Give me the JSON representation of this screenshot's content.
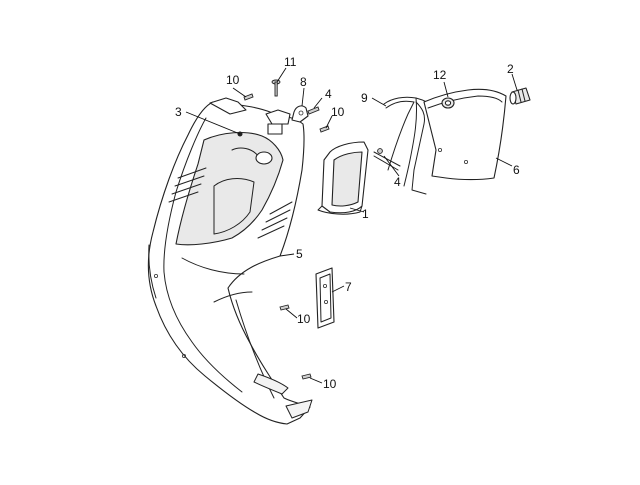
{
  "callouts": [
    {
      "id": "c1",
      "label": "1"
    },
    {
      "id": "c2",
      "label": "2"
    },
    {
      "id": "c3",
      "label": "3"
    },
    {
      "id": "c4a",
      "label": "4"
    },
    {
      "id": "c4b",
      "label": "4"
    },
    {
      "id": "c5",
      "label": "5"
    },
    {
      "id": "c6",
      "label": "6"
    },
    {
      "id": "c7",
      "label": "7"
    },
    {
      "id": "c8",
      "label": "8"
    },
    {
      "id": "c9",
      "label": "9"
    },
    {
      "id": "c10a",
      "label": "10"
    },
    {
      "id": "c10b",
      "label": "10"
    },
    {
      "id": "c10c",
      "label": "10"
    },
    {
      "id": "c10d",
      "label": "10"
    },
    {
      "id": "c11",
      "label": "11"
    },
    {
      "id": "c12",
      "label": "12"
    }
  ],
  "colors": {
    "line": "#222222",
    "background": "#ffffff",
    "shade": "#e9e9e9"
  }
}
